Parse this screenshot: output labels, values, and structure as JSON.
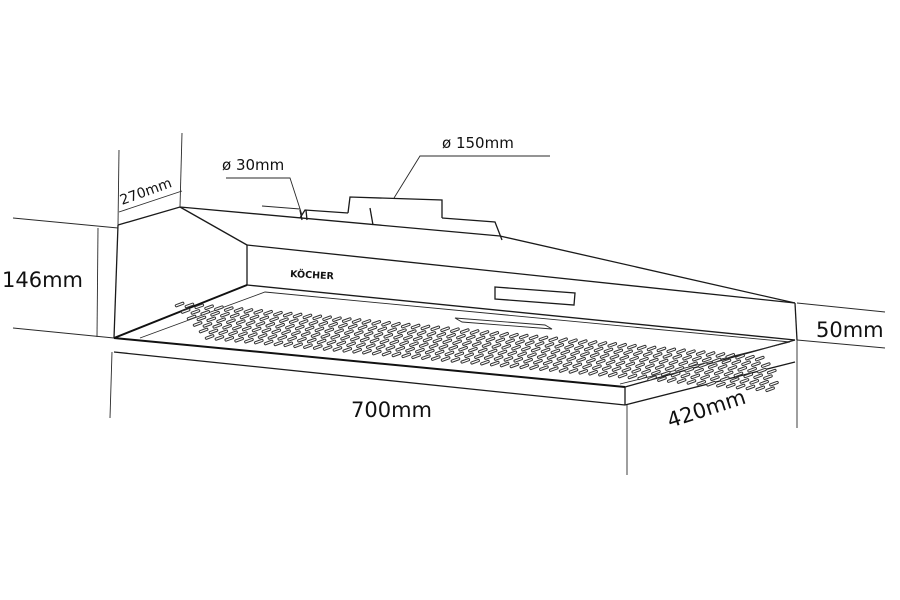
{
  "diagram": {
    "subject": "Range hood dimension drawing",
    "brand_label": "KÖCHER",
    "dimensions": {
      "depth_top": "270mm",
      "small_duct_diameter": "ø 30mm",
      "main_duct_diameter": "ø 150mm",
      "total_height": "146mm",
      "front_height": "50mm",
      "width": "700mm",
      "depth": "420mm"
    },
    "colors": {
      "line": "#1a1a1a",
      "background": "#ffffff"
    }
  }
}
